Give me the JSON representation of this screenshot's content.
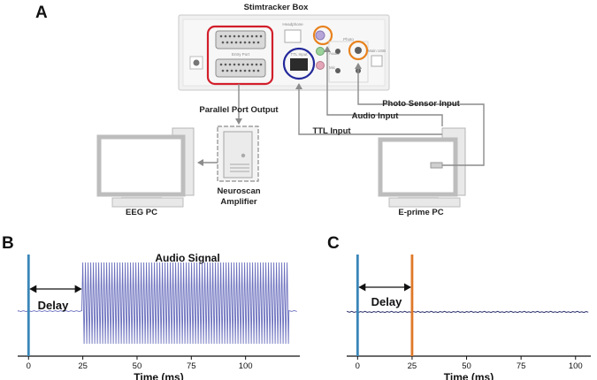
{
  "panels": {
    "a": {
      "letter": "A",
      "box_title": "Stimtracker Box",
      "port_labels": [
        "Entry Port",
        "TTL Input",
        "Photo",
        "Audio",
        "Mic",
        "Headphone",
        "Main USB"
      ],
      "connections": [
        "Parallel Port Output",
        "Photo Sensor Input",
        "Audio Input",
        "TTL Input"
      ],
      "devices": {
        "eeg_pc": "EEG PC",
        "amplifier": [
          "Neuroscan",
          "Amplifier"
        ],
        "eprime_pc": "E-prime PC"
      },
      "highlight_colors": {
        "parallel": "#d21f2b",
        "ttl": "#22289a",
        "audio_photo": "#e8821e"
      }
    },
    "b": {
      "letter": "B",
      "signal_label": "Audio Signal",
      "delay_label": "Delay"
    },
    "c": {
      "letter": "C",
      "delay_label": "Delay"
    }
  },
  "chart_data": [
    {
      "type": "line",
      "panel": "B",
      "xlabel": "Time (ms)",
      "xlim": [
        -5,
        125
      ],
      "xticks": [
        0,
        25,
        50,
        75,
        100
      ],
      "title": "Audio Signal",
      "markers": [
        {
          "x": 0,
          "color": "#3a86b8"
        }
      ],
      "delay_ms": 25,
      "signal_onset_ms": 25,
      "signal_offset_ms": 120,
      "series_color": "#6a6fbd"
    },
    {
      "type": "line",
      "panel": "C",
      "xlabel": "Time (ms)",
      "xlim": [
        -5,
        107
      ],
      "xticks": [
        0,
        25,
        50,
        75,
        100
      ],
      "markers": [
        {
          "x": 0,
          "color": "#3a86b8"
        },
        {
          "x": 25,
          "color": "#e07828"
        }
      ],
      "delay_ms": 25,
      "series_color": "#2a2f6a"
    }
  ]
}
